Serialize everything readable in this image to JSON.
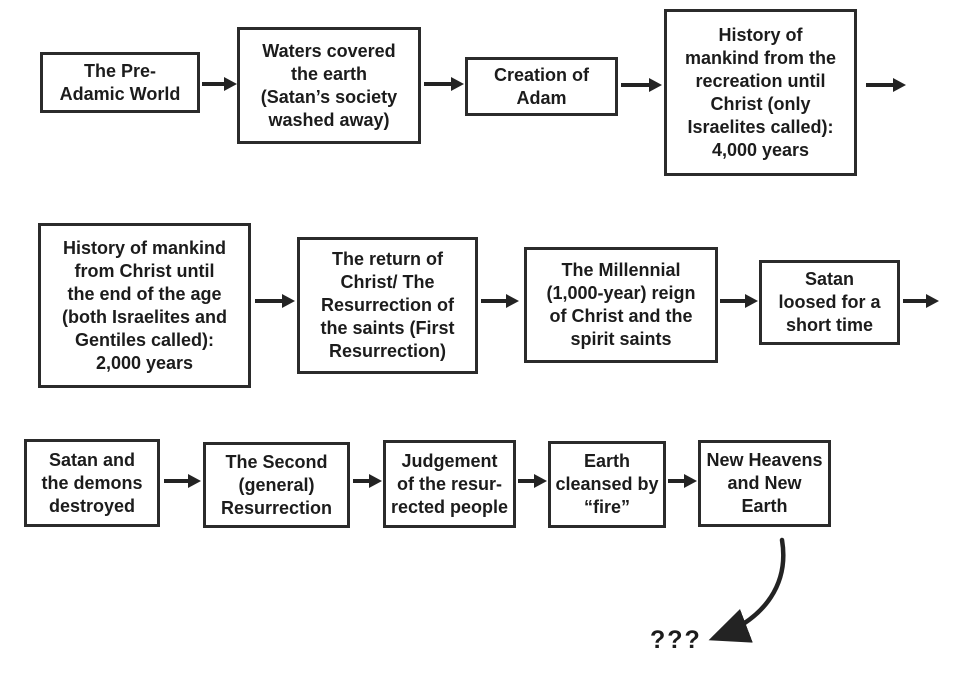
{
  "colors": {
    "background": "#ffffff",
    "box_border": "#2b2b2b",
    "text": "#1c1c1c",
    "arrow": "#232323"
  },
  "diagram": {
    "type": "flowchart-timeline",
    "rows": [
      {
        "continues_right": true,
        "boxes": [
          {
            "label": "The Pre-\nAdamic World"
          },
          {
            "label": "Waters covered\nthe earth\n(Satan’s society\nwashed away)"
          },
          {
            "label": "Creation of\nAdam"
          },
          {
            "label": "History of\nmankind from the\nrecreation until\nChrist (only\nIsraelites called):\n4,000 years"
          }
        ]
      },
      {
        "continues_right": true,
        "boxes": [
          {
            "label": "History of mankind\nfrom Christ until\nthe end of the age\n(both Israelites and\nGentiles called):\n2,000 years"
          },
          {
            "label": "The return of\nChrist/ The\nResurrection of\nthe saints (First\nResurrection)"
          },
          {
            "label": "The Millennial\n(1,000-year) reign\nof Christ and the\nspirit saints"
          },
          {
            "label": "Satan\nloosed for a\nshort time"
          }
        ]
      },
      {
        "continues_right": false,
        "boxes": [
          {
            "label": "Satan and\nthe demons\ndestroyed"
          },
          {
            "label": "The Second\n(general)\nResurrection"
          },
          {
            "label": "Judgement\nof the resur-\nrected people"
          },
          {
            "label": "Earth\ncleansed by\n“fire”"
          },
          {
            "label": "New Heavens\nand New\nEarth"
          }
        ]
      }
    ],
    "terminal": {
      "label": "???"
    }
  }
}
